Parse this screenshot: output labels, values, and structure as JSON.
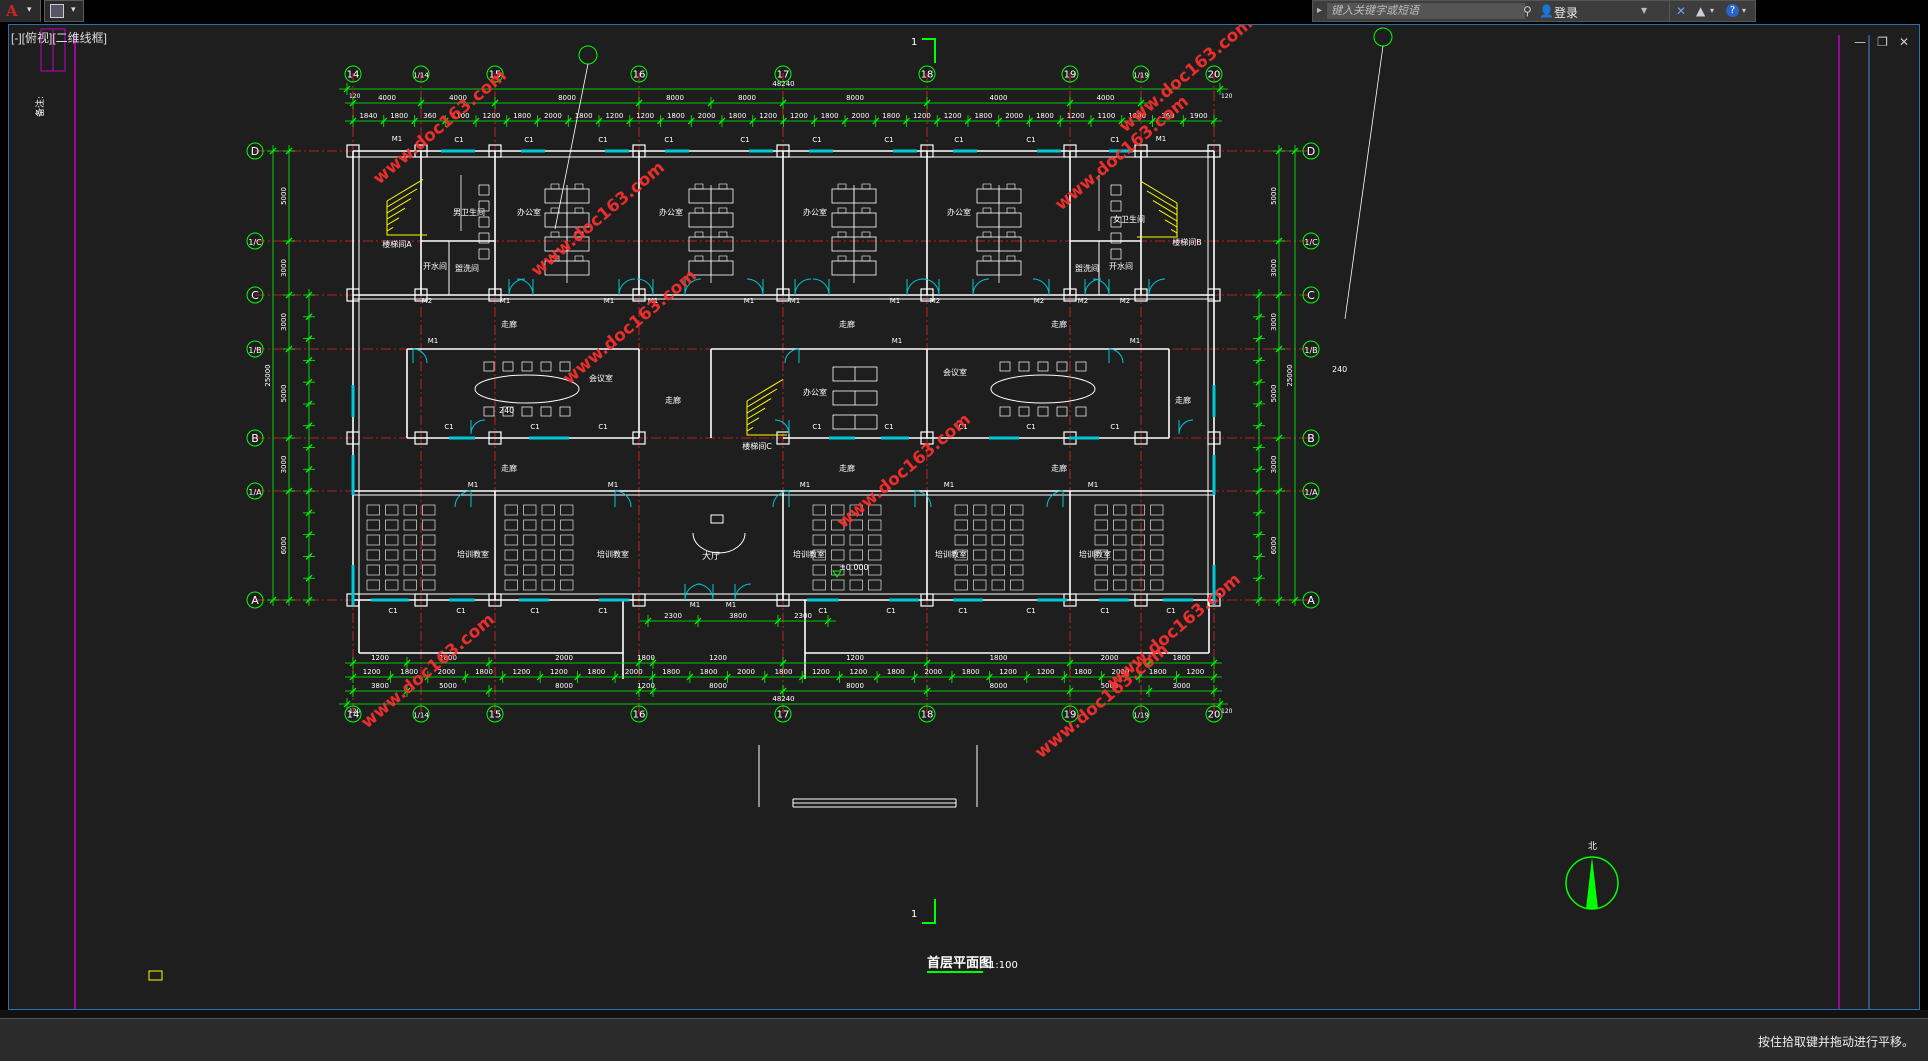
{
  "app": {
    "app_menu_letter": "A",
    "viewport_label": "[-][俯视][二维线框]",
    "status_message": "按住拾取键并拖动进行平移。"
  },
  "search": {
    "placeholder": "键入关键字或短语",
    "login_label": "登录"
  },
  "icons": {
    "app_button": "autocad-a-logo",
    "quick_access": "save-icon",
    "search": "binoculars-icon",
    "user": "user-icon",
    "exchange": "exchange-x-icon",
    "a360": "a360-icon",
    "help": "help-icon"
  },
  "colors": {
    "background": "#1e1e1e",
    "grid_line": "#e8262a",
    "grid_bubble": "#00ff00",
    "wall": "#ffffff",
    "window": "#00c8d8",
    "dimension": "#00ff00",
    "stair": "#ffff00",
    "watermark": "#ff3030",
    "frame_border": "#c000c0",
    "viewport_border": "#2c6fa8"
  },
  "drawing": {
    "column_labels": [
      "14",
      "1/14",
      "15",
      "16",
      "17",
      "18",
      "19",
      "1/19",
      "20"
    ],
    "row_labels": [
      "D",
      "1/C",
      "C",
      "1/B",
      "B",
      "1/A",
      "A"
    ],
    "overall_dimension": "48240",
    "top_dims_row1": [
      "4000",
      "4000",
      "8000",
      "8000",
      "8000",
      "8000",
      "4000",
      "4000"
    ],
    "top_dims_row2": [
      "1840",
      "1800",
      "360",
      "1100",
      "1200",
      "1800",
      "2000",
      "1800",
      "1200",
      "1200",
      "1800",
      "2000",
      "1800",
      "1200",
      "1200",
      "1800",
      "2000",
      "1800",
      "1200",
      "1200",
      "1800",
      "2000",
      "1800",
      "1200",
      "1100",
      "1800",
      "360",
      "1900"
    ],
    "bottom_dims_row1": [
      "3800",
      "5000",
      "8000",
      "1200",
      "8000",
      "8000",
      "8000",
      "5000",
      "3000"
    ],
    "bottom_dims_row2": [
      "1200",
      "1800",
      "2000",
      "1800",
      "1200",
      "1200",
      "1800",
      "2000",
      "1800",
      "1800",
      "2000",
      "1800",
      "1200",
      "1200",
      "1800",
      "2000",
      "1800",
      "1200",
      "1200",
      "1800",
      "2000",
      "1800",
      "1200"
    ],
    "entrance_dims": [
      "2300",
      "3800",
      "2300"
    ],
    "left_dims": [
      "5000",
      "3000",
      "3000",
      "5000",
      "3000",
      "6000"
    ],
    "left_overall": "25000",
    "right_dims": [
      "5000",
      "3000",
      "3000",
      "5000",
      "3000",
      "6000"
    ],
    "right_overall": "25000",
    "edge_dim": "120",
    "section_mark": "1",
    "elevation_mark": "±0.000",
    "dim_240": "240",
    "rooms": {
      "men_toilet": "男卫生间",
      "women_toilet": "女卫生间",
      "stair_a": "楼梯间A",
      "stair_b": "楼梯间B",
      "stair_c": "楼梯间C",
      "water_room": "开水间",
      "wash_room": "盥洗间",
      "office": "办公室",
      "corridor": "走廊",
      "meeting": "会议室",
      "training": "培训教室",
      "hall": "大厅"
    },
    "door_labels": [
      "M1",
      "M2"
    ],
    "window_label": "C1",
    "title": "首层平面图",
    "scale": "1:100",
    "north": "北",
    "left_note": "备注:",
    "watermark_text": "www.doc163.com"
  }
}
